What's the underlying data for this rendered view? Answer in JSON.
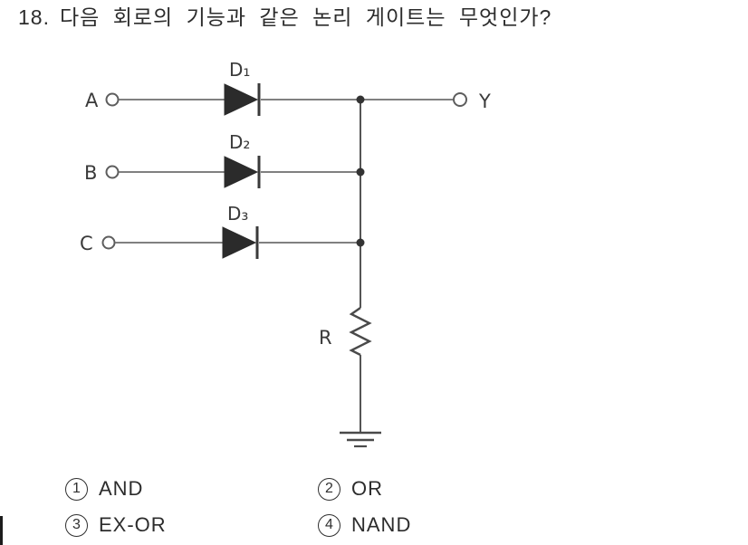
{
  "question": {
    "number": "18.",
    "text": "다음 회로의 기능과 같은 논리 게이트는 무엇인가?"
  },
  "circuit": {
    "inputs": [
      {
        "label": "A",
        "diode": "D₁"
      },
      {
        "label": "B",
        "diode": "D₂"
      },
      {
        "label": "C",
        "diode": "D₃"
      }
    ],
    "output_label": "Y",
    "resistor_label": "R"
  },
  "options": [
    {
      "marker": "1",
      "label": "AND"
    },
    {
      "marker": "2",
      "label": "OR"
    },
    {
      "marker": "3",
      "label": "EX-OR"
    },
    {
      "marker": "4",
      "label": "NAND"
    }
  ],
  "colors": {
    "text": "#2c2c2c",
    "wire": "#6e6e6e",
    "diode_fill": "#2b2b2b",
    "junction_dot": "#333333"
  }
}
